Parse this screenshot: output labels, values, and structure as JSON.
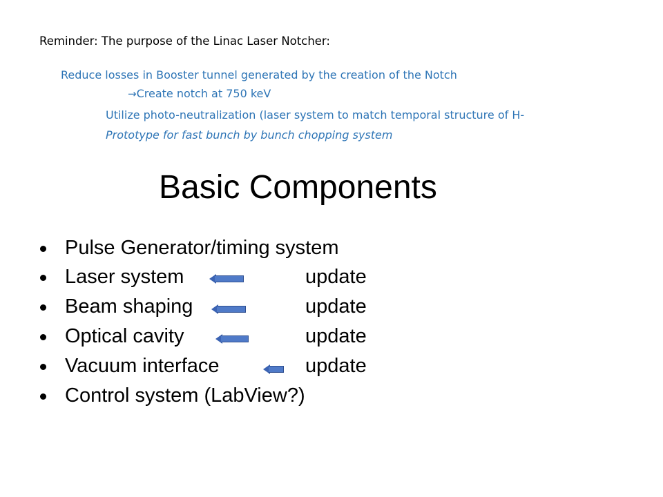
{
  "header": {
    "reminder": "Reminder:  The purpose of the Linac Laser Notcher:"
  },
  "purpose": {
    "line1": "Reduce losses in Booster tunnel generated by the creation of the Notch",
    "line2_arrow": "→",
    "line2": "Create notch at 750 keV",
    "line3": "Utilize photo-neutralization (laser system to match temporal structure of H-",
    "line4": "Prototype for fast bunch by bunch chopping system"
  },
  "title": "Basic Components",
  "bullets": [
    {
      "label": "Pulse Generator/timing system",
      "status": "",
      "has_arrow": false
    },
    {
      "label": "Laser system",
      "status": "update",
      "has_arrow": true
    },
    {
      "label": "Beam shaping",
      "status": "update",
      "has_arrow": true
    },
    {
      "label": "Optical cavity",
      "status": "update",
      "has_arrow": true
    },
    {
      "label": "Vacuum interface",
      "status": "update",
      "has_arrow": true
    },
    {
      "label": "Control system (LabView?)",
      "status": "",
      "has_arrow": false
    }
  ],
  "colors": {
    "purpose_text": "#2e75b6",
    "arrow_fill": "#4f7ac8",
    "text": "#000000"
  },
  "icons": {
    "update_arrow": "left-arrow-icon"
  }
}
